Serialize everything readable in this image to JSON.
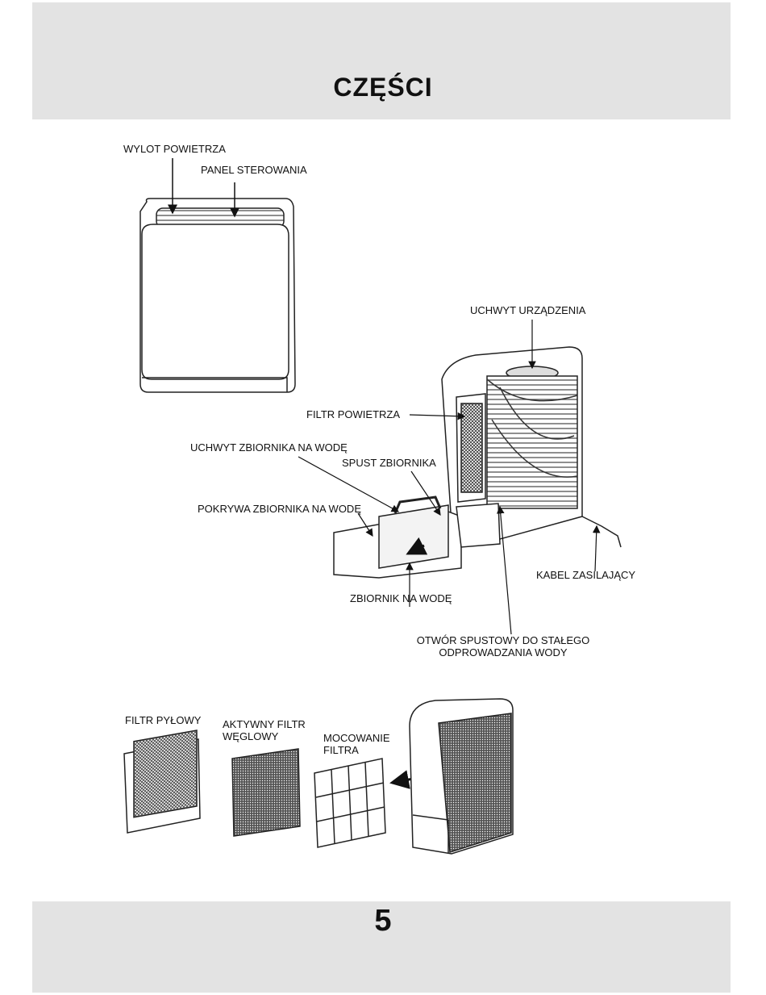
{
  "header": {
    "title": "CZĘŚCI"
  },
  "footer": {
    "page_number": "5"
  },
  "front_view": {
    "air_outlet": "WYLOT POWIETRZA",
    "control_panel": "PANEL STEROWANIA"
  },
  "rear_view": {
    "handle": "UCHWYT URZĄDZENIA",
    "air_filter": "FILTR POWIETRZA",
    "tank_handle": "UCHWYT ZBIORNIKA NA WODĘ",
    "tank_drain": "SPUST ZBIORNIKA",
    "tank_cover": "POKRYWA ZBIORNIKA NA WODĘ",
    "water_tank": "ZBIORNIK NA WODĘ",
    "power_cable": "KABEL ZASILAJĄCY",
    "drain_hole_line1": "OTWÓR SPUSTOWY DO STAŁEGO",
    "drain_hole_line2": "ODPROWADZANIA WODY"
  },
  "filters": {
    "dust_filter": "FILTR PYŁOWY",
    "carbon_filter_line1": "AKTYWNY FILTR",
    "carbon_filter_line2": "WĘGLOWY",
    "filter_mount_line1": "MOCOWANIE",
    "filter_mount_line2": "FILTRA"
  }
}
